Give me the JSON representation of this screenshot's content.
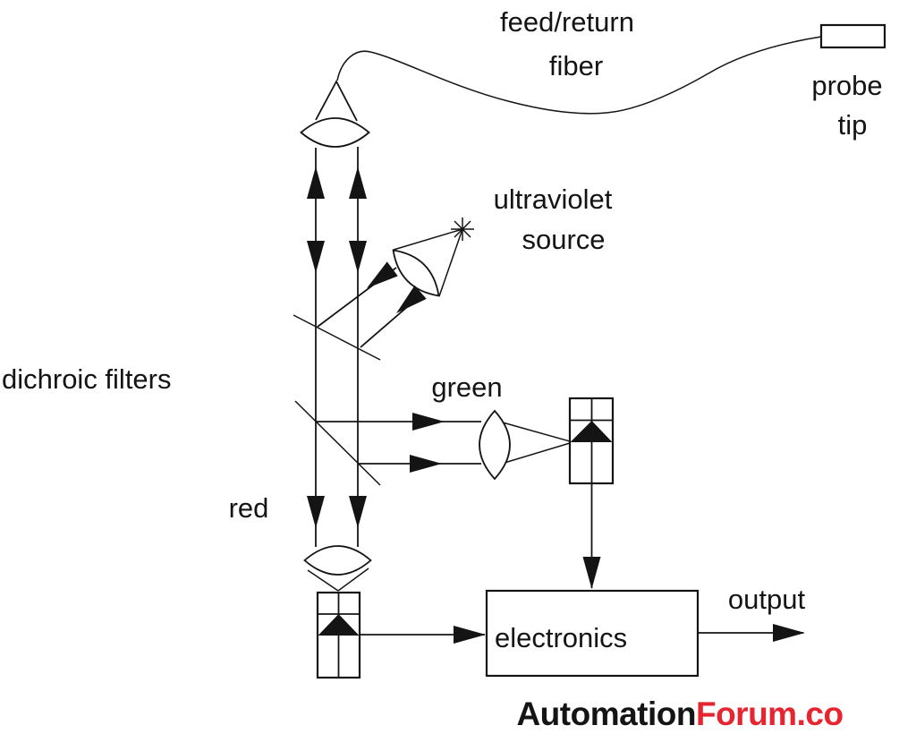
{
  "diagram": {
    "labels": {
      "feed_return_line1": "feed/return",
      "feed_return_line2": "fiber",
      "probe_line1": "probe",
      "probe_line2": "tip",
      "uv_line1": "ultraviolet",
      "uv_line2": "source",
      "dichroic_filters": "dichroic filters",
      "green": "green",
      "red": "red",
      "electronics": "electronics",
      "output": "output"
    },
    "branding": {
      "part1": "Automation",
      "part2": "Forum.co"
    },
    "icons": {
      "uv_source_star": "asterisk-burst",
      "lens": "biconvex-lens",
      "detector": "box-with-cross-and-black-triangle",
      "arrowhead": "solid-narrow-triangle"
    },
    "colors": {
      "ink": "#141414",
      "brand_red": "#e62530",
      "background": "#ffffff"
    }
  }
}
